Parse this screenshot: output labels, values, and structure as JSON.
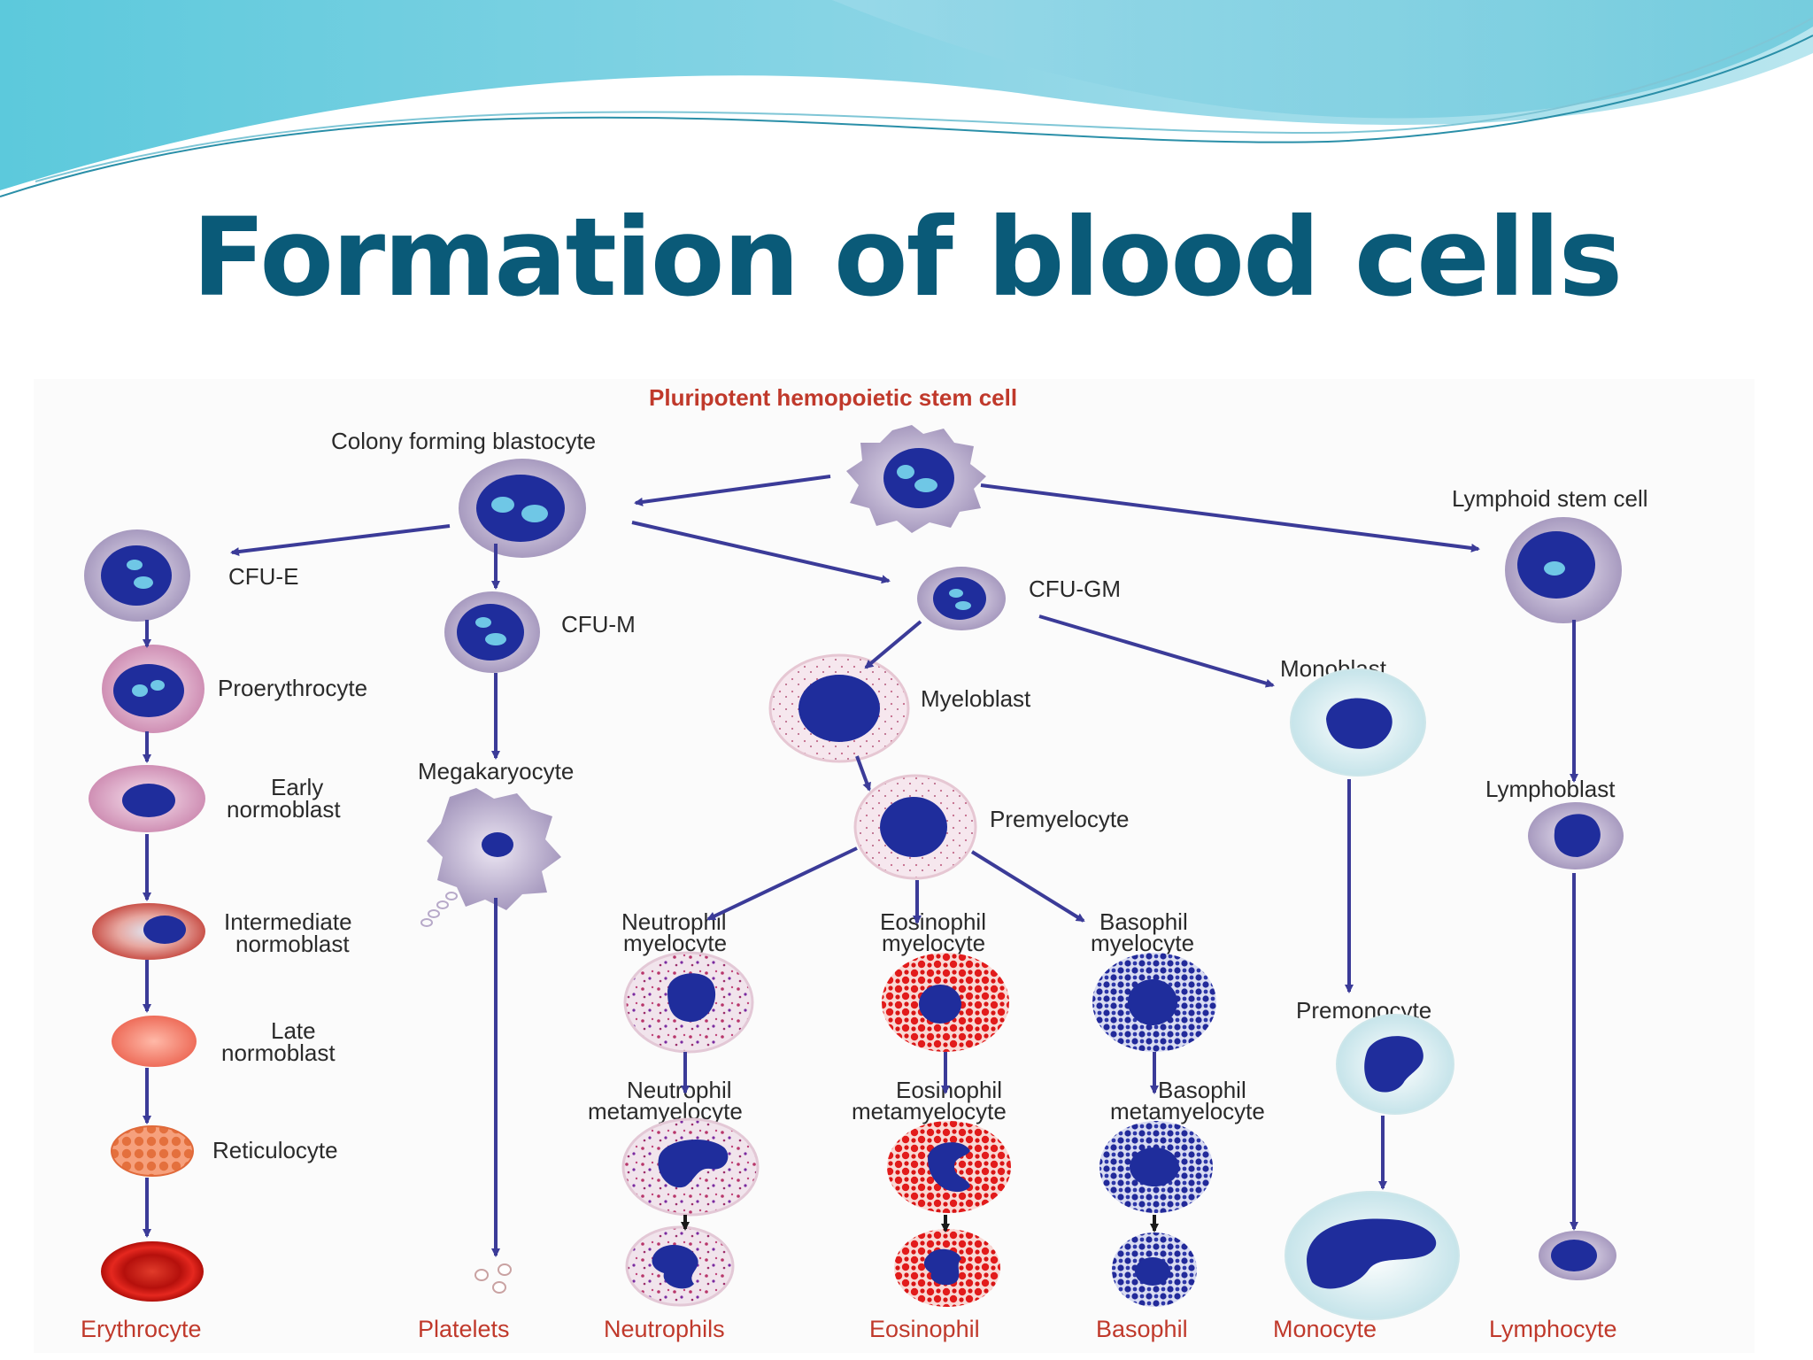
{
  "slide": {
    "title": "Formation of blood cells",
    "colors": {
      "title": "#0a5a78",
      "wave_light": "#bfe8f0",
      "wave_mid": "#7fd6e6",
      "nucleus": "#1f2d9c",
      "arrow": "#3b3b98",
      "final_label": "#c0392b"
    }
  },
  "diagram": {
    "header": "Pluripotent hemopoietic stem cell",
    "labels": {
      "colony": "Colony forming blastocyte",
      "lymphoid_stem": "Lymphoid stem cell",
      "cfu_e": "CFU-E",
      "cfu_m": "CFU-M",
      "cfu_gm": "CFU-GM",
      "proerythrocyte": "Proerythrocyte",
      "early_1": "Early",
      "early_2": "normoblast",
      "inter_1": "Intermediate",
      "inter_2": "normoblast",
      "late_1": "Late",
      "late_2": "normoblast",
      "reticulocyte": "Reticulocyte",
      "megakaryocyte": "Megakaryocyte",
      "myeloblast": "Myeloblast",
      "monoblast": "Monoblast",
      "premyelocyte": "Premyelocyte",
      "lymphoblast": "Lymphoblast",
      "neut_myel_1": "Neutrophil",
      "neut_myel_2": "myelocyte",
      "eos_myel_1": "Eosinophil",
      "eos_myel_2": "myelocyte",
      "baso_myel_1": "Basophil",
      "baso_myel_2": "myelocyte",
      "premonocyte": "Premonocyte",
      "neut_meta_1": "Neutrophil",
      "neut_meta_2": "metamyelocyte",
      "eos_meta_1": "Eosinophil",
      "eos_meta_2": "metamyelocyte",
      "baso_meta_1": "Basophil",
      "baso_meta_2": "metamyelocyte"
    },
    "final_cells": {
      "erythrocyte": "Erythrocyte",
      "platelets": "Platelets",
      "neutrophils": "Neutrophils",
      "eosinophil": "Eosinophil",
      "basophil": "Basophil",
      "monocyte": "Monocyte",
      "lymphocyte": "Lymphocyte"
    }
  }
}
